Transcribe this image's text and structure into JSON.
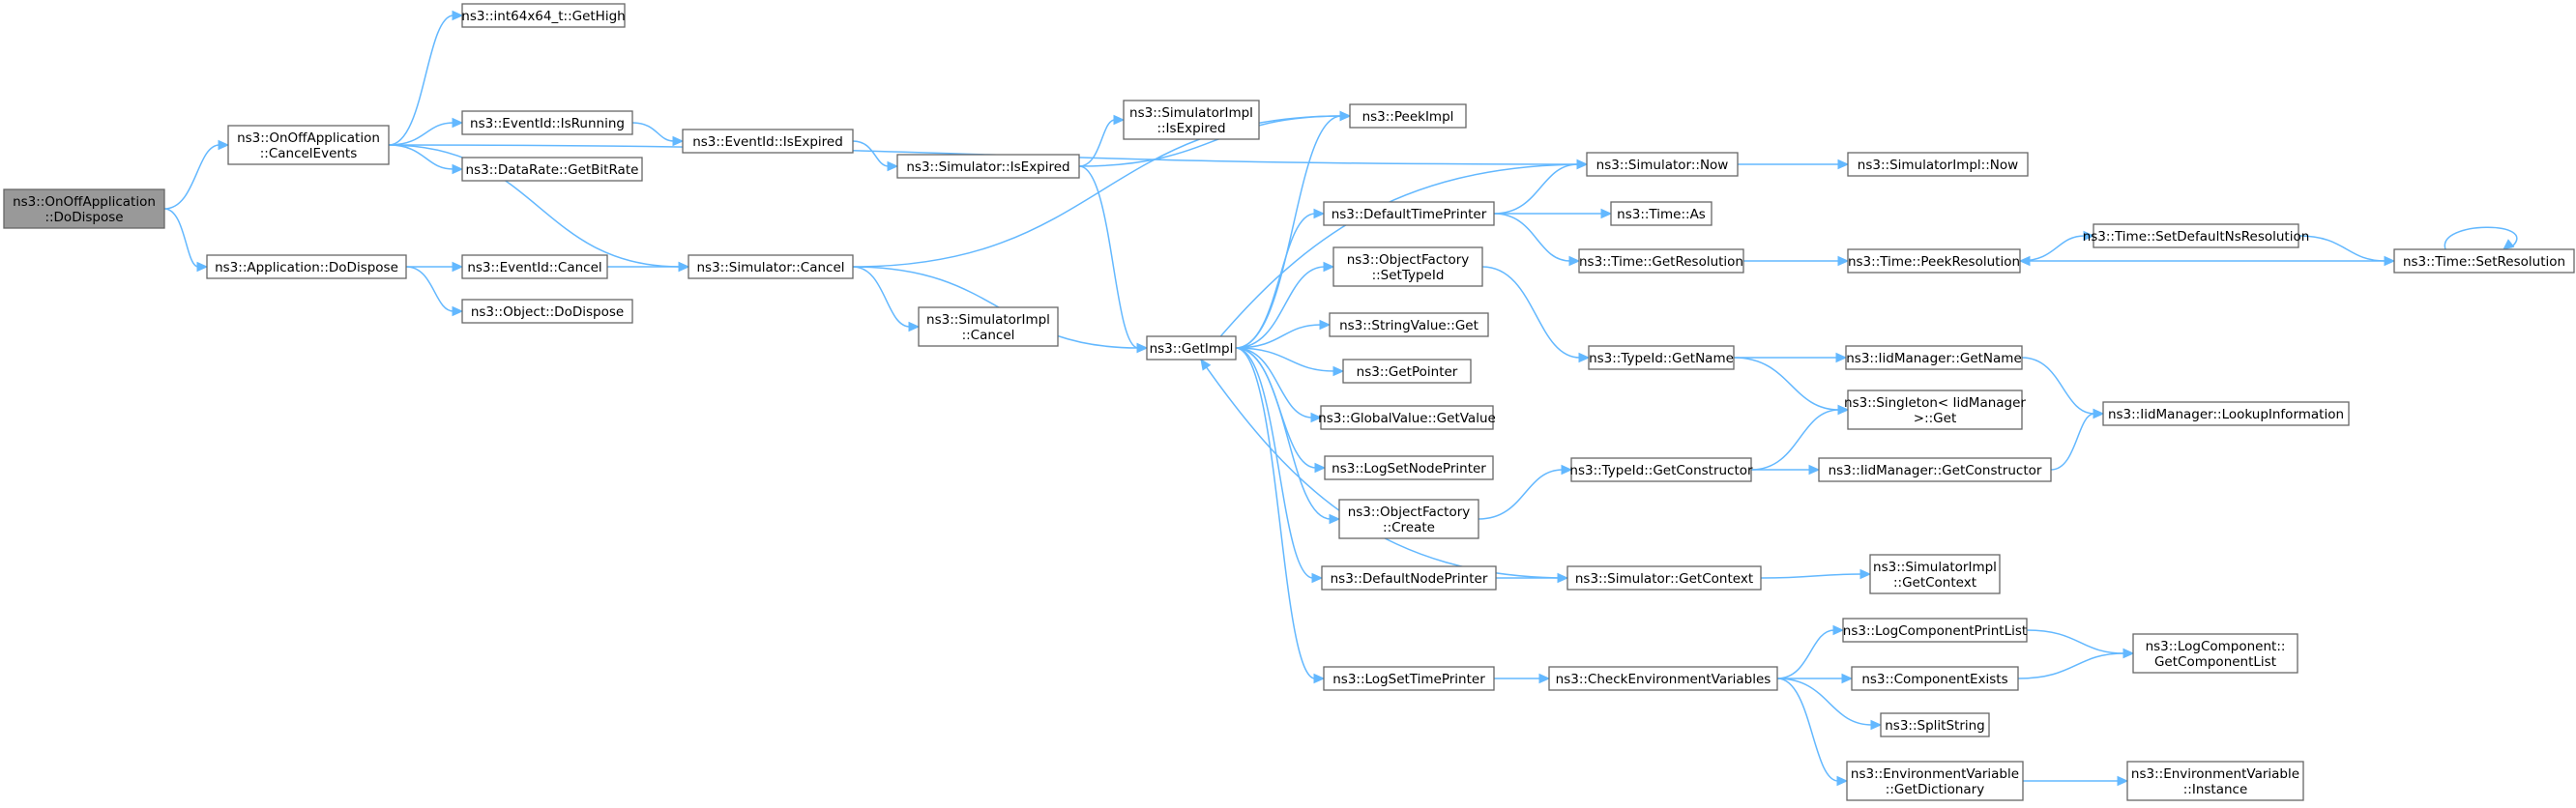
{
  "diagram": {
    "nodes": [
      {
        "id": "root",
        "lines": [
          "ns3::OnOffApplication",
          "::DoDispose"
        ],
        "root": true
      },
      {
        "id": "cancelEvents",
        "lines": [
          "ns3::OnOffApplication",
          "::CancelEvents"
        ]
      },
      {
        "id": "appDoDispose",
        "lines": [
          "ns3::Application::DoDispose"
        ]
      },
      {
        "id": "getHigh",
        "lines": [
          "ns3::int64x64_t::GetHigh"
        ]
      },
      {
        "id": "eventIsRunning",
        "lines": [
          "ns3::EventId::IsRunning"
        ]
      },
      {
        "id": "dataRate",
        "lines": [
          "ns3::DataRate::GetBitRate"
        ]
      },
      {
        "id": "eventCancel",
        "lines": [
          "ns3::EventId::Cancel"
        ]
      },
      {
        "id": "objDoDispose",
        "lines": [
          "ns3::Object::DoDispose"
        ]
      },
      {
        "id": "eventIsExpired",
        "lines": [
          "ns3::EventId::IsExpired"
        ]
      },
      {
        "id": "simCancel",
        "lines": [
          "ns3::Simulator::Cancel"
        ]
      },
      {
        "id": "simIsExpired",
        "lines": [
          "ns3::Simulator::IsExpired"
        ]
      },
      {
        "id": "simImplIsExpired",
        "lines": [
          "ns3::SimulatorImpl",
          "::IsExpired"
        ]
      },
      {
        "id": "simImplCancel",
        "lines": [
          "ns3::SimulatorImpl",
          "::Cancel"
        ]
      },
      {
        "id": "getImpl",
        "lines": [
          "ns3::GetImpl"
        ]
      },
      {
        "id": "peekImpl",
        "lines": [
          "ns3::PeekImpl"
        ]
      },
      {
        "id": "defTimePrinter",
        "lines": [
          "ns3::DefaultTimePrinter"
        ]
      },
      {
        "id": "objFactSetTypeId",
        "lines": [
          "ns3::ObjectFactory",
          "::SetTypeId"
        ]
      },
      {
        "id": "strValueGet",
        "lines": [
          "ns3::StringValue::Get"
        ]
      },
      {
        "id": "getPointer",
        "lines": [
          "ns3::GetPointer"
        ]
      },
      {
        "id": "globalValue",
        "lines": [
          "ns3::GlobalValue::GetValue"
        ]
      },
      {
        "id": "logSetNode",
        "lines": [
          "ns3::LogSetNodePrinter"
        ]
      },
      {
        "id": "objFactCreate",
        "lines": [
          "ns3::ObjectFactory",
          "::Create"
        ]
      },
      {
        "id": "defNodePrinter",
        "lines": [
          "ns3::DefaultNodePrinter"
        ]
      },
      {
        "id": "logSetTime",
        "lines": [
          "ns3::LogSetTimePrinter"
        ]
      },
      {
        "id": "simNow",
        "lines": [
          "ns3::Simulator::Now"
        ]
      },
      {
        "id": "timeAs",
        "lines": [
          "ns3::Time::As"
        ]
      },
      {
        "id": "timeGetRes",
        "lines": [
          "ns3::Time::GetResolution"
        ]
      },
      {
        "id": "typeIdGetName",
        "lines": [
          "ns3::TypeId::GetName"
        ]
      },
      {
        "id": "typeIdGetCtor",
        "lines": [
          "ns3::TypeId::GetConstructor"
        ]
      },
      {
        "id": "simGetContext",
        "lines": [
          "ns3::Simulator::GetContext"
        ]
      },
      {
        "id": "checkEnv",
        "lines": [
          "ns3::CheckEnvironmentVariables"
        ]
      },
      {
        "id": "simImplNow",
        "lines": [
          "ns3::SimulatorImpl::Now"
        ]
      },
      {
        "id": "timePeekRes",
        "lines": [
          "ns3::Time::PeekResolution"
        ]
      },
      {
        "id": "iidGetName",
        "lines": [
          "ns3::IidManager::GetName"
        ]
      },
      {
        "id": "singletonGet",
        "lines": [
          "ns3::Singleton< IidManager",
          ">::Get"
        ]
      },
      {
        "id": "iidGetCtor",
        "lines": [
          "ns3::IidManager::GetConstructor"
        ]
      },
      {
        "id": "simImplGetContext",
        "lines": [
          "ns3::SimulatorImpl",
          "::GetContext"
        ]
      },
      {
        "id": "logCompPrintList",
        "lines": [
          "ns3::LogComponentPrintList"
        ]
      },
      {
        "id": "compExists",
        "lines": [
          "ns3::ComponentExists"
        ]
      },
      {
        "id": "splitString",
        "lines": [
          "ns3::SplitString"
        ]
      },
      {
        "id": "envGetDict",
        "lines": [
          "ns3::EnvironmentVariable",
          "::GetDictionary"
        ]
      },
      {
        "id": "timeSetDefNs",
        "lines": [
          "ns3::Time::SetDefaultNsResolution"
        ]
      },
      {
        "id": "iidLookup",
        "lines": [
          "ns3::IidManager::LookupInformation"
        ]
      },
      {
        "id": "logCompGetList",
        "lines": [
          "ns3::LogComponent::",
          "GetComponentList"
        ]
      },
      {
        "id": "envInstance",
        "lines": [
          "ns3::EnvironmentVariable",
          "::Instance"
        ]
      },
      {
        "id": "timeSetRes",
        "lines": [
          "ns3::Time::SetResolution"
        ]
      }
    ],
    "edges": [
      [
        "root",
        "cancelEvents"
      ],
      [
        "root",
        "appDoDispose"
      ],
      [
        "cancelEvents",
        "getHigh"
      ],
      [
        "cancelEvents",
        "eventIsRunning"
      ],
      [
        "cancelEvents",
        "dataRate"
      ],
      [
        "cancelEvents",
        "simCancel"
      ],
      [
        "cancelEvents",
        "simNow"
      ],
      [
        "appDoDispose",
        "eventCancel"
      ],
      [
        "appDoDispose",
        "objDoDispose"
      ],
      [
        "eventIsRunning",
        "eventIsExpired"
      ],
      [
        "eventIsExpired",
        "simIsExpired"
      ],
      [
        "eventCancel",
        "simCancel"
      ],
      [
        "simIsExpired",
        "simImplIsExpired"
      ],
      [
        "simIsExpired",
        "peekImpl"
      ],
      [
        "simIsExpired",
        "getImpl"
      ],
      [
        "simCancel",
        "peekImpl"
      ],
      [
        "simCancel",
        "getImpl"
      ],
      [
        "simCancel",
        "simImplCancel"
      ],
      [
        "getImpl",
        "peekImpl"
      ],
      [
        "getImpl",
        "defTimePrinter"
      ],
      [
        "getImpl",
        "objFactSetTypeId"
      ],
      [
        "getImpl",
        "strValueGet"
      ],
      [
        "getImpl",
        "getPointer"
      ],
      [
        "getImpl",
        "globalValue"
      ],
      [
        "getImpl",
        "logSetNode"
      ],
      [
        "getImpl",
        "objFactCreate"
      ],
      [
        "getImpl",
        "defNodePrinter"
      ],
      [
        "getImpl",
        "logSetTime"
      ],
      [
        "simNow",
        "getImpl"
      ],
      [
        "simNow",
        "simImplNow"
      ],
      [
        "defTimePrinter",
        "simNow"
      ],
      [
        "defTimePrinter",
        "timeAs"
      ],
      [
        "defTimePrinter",
        "timeGetRes"
      ],
      [
        "objFactSetTypeId",
        "typeIdGetName"
      ],
      [
        "objFactCreate",
        "typeIdGetCtor"
      ],
      [
        "defNodePrinter",
        "simGetContext"
      ],
      [
        "simGetContext",
        "getImpl"
      ],
      [
        "simGetContext",
        "simImplGetContext"
      ],
      [
        "logSetTime",
        "checkEnv"
      ],
      [
        "timeGetRes",
        "timePeekRes"
      ],
      [
        "timePeekRes",
        "timeSetDefNs"
      ],
      [
        "timeSetDefNs",
        "timeSetRes"
      ],
      [
        "timeSetRes",
        "timePeekRes"
      ],
      [
        "timeSetRes",
        "timeSetRes"
      ],
      [
        "typeIdGetName",
        "iidGetName"
      ],
      [
        "typeIdGetName",
        "singletonGet"
      ],
      [
        "typeIdGetCtor",
        "singletonGet"
      ],
      [
        "typeIdGetCtor",
        "iidGetCtor"
      ],
      [
        "iidGetName",
        "iidLookup"
      ],
      [
        "iidGetCtor",
        "iidLookup"
      ],
      [
        "checkEnv",
        "logCompPrintList"
      ],
      [
        "checkEnv",
        "compExists"
      ],
      [
        "checkEnv",
        "splitString"
      ],
      [
        "checkEnv",
        "envGetDict"
      ],
      [
        "logCompPrintList",
        "logCompGetList"
      ],
      [
        "compExists",
        "logCompGetList"
      ],
      [
        "envGetDict",
        "envInstance"
      ]
    ]
  }
}
